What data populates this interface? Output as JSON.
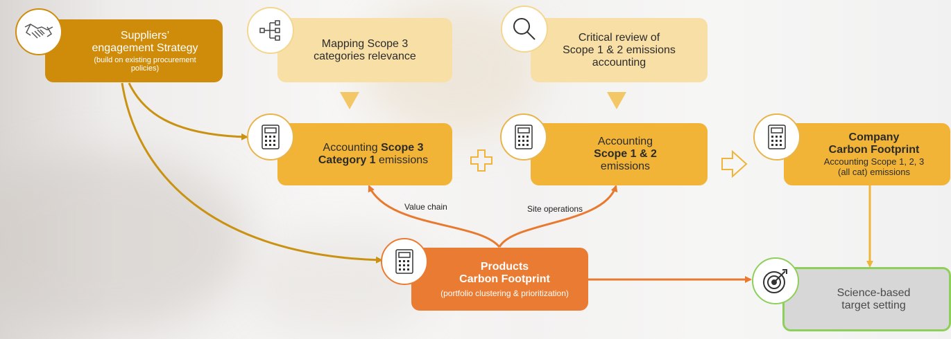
{
  "nodes": {
    "suppliers": {
      "line1": "Suppliers’",
      "line2": "engagement Strategy",
      "note1": "(build on existing procurement",
      "note2": "policies)"
    },
    "mapping": {
      "line1": "Mapping Scope 3",
      "line2": "categories relevance"
    },
    "review": {
      "line1": "Critical review of",
      "line2": "Scope 1 & 2 emissions",
      "line3": "accounting"
    },
    "scope3": {
      "pre": "Accounting ",
      "bold1": "Scope 3",
      "bold2": "Category 1",
      "post": " emissions"
    },
    "scope12": {
      "line1": "Accounting",
      "bold": "Scope 1 & 2",
      "line3": "emissions"
    },
    "company": {
      "bold1": "Company",
      "bold2": "Carbon Footprint",
      "line3": "Accounting Scope 1, 2, 3",
      "line4": "(all cat) emissions"
    },
    "products": {
      "bold1": "Products",
      "bold2": "Carbon Footprint",
      "note": "(portfolio clustering & prioritization)"
    },
    "target": {
      "line1": "Science-based",
      "line2": "target setting"
    }
  },
  "edge_labels": {
    "value_chain": "Value chain",
    "site_operations": "Site operations"
  },
  "icons": [
    "handshake-icon",
    "hierarchy-icon",
    "magnifier-icon",
    "calculator-icon",
    "target-icon",
    "plus-icon",
    "arrow-right-icon"
  ],
  "colors": {
    "light_box": "#f8dfa6",
    "mid_box": "#f2b437",
    "dark_box": "#cf8c0a",
    "orange_box": "#ea7b32",
    "target_box": "#d7d7d7",
    "target_border": "#8ecf5b"
  }
}
